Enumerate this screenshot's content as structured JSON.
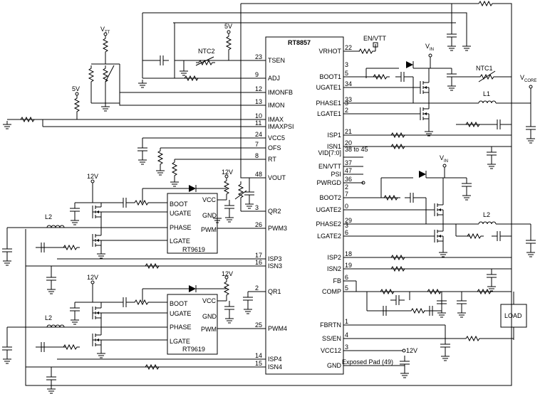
{
  "main_ic": {
    "name": "RT8857",
    "left_pins": [
      {
        "num": "23",
        "name": "TSEN"
      },
      {
        "num": "9",
        "name": "ADJ"
      },
      {
        "num": "12",
        "name": "IMONFB"
      },
      {
        "num": "13",
        "name": "IMON"
      },
      {
        "num": "10",
        "name": "IMAX"
      },
      {
        "num": "11",
        "name": "IMAXPSI"
      },
      {
        "num": "24",
        "name": "VCC5"
      },
      {
        "num": "7",
        "name": "OFS"
      },
      {
        "num": "8",
        "name": "RT"
      },
      {
        "num": "48",
        "name": "VOUT"
      },
      {
        "num": "3",
        "name": "QR2"
      },
      {
        "num": "26",
        "name": "PWM3"
      },
      {
        "num": "17",
        "name": "ISP3"
      },
      {
        "num": "16",
        "name": "ISN3"
      },
      {
        "num": "2",
        "name": "QR1"
      },
      {
        "num": "25",
        "name": "PWM4"
      },
      {
        "num": "14",
        "name": "ISP4"
      },
      {
        "num": "15",
        "name": "ISN4"
      }
    ],
    "right_pins": [
      {
        "num": "22",
        "name": "VRHOT"
      },
      {
        "num": "3",
        "name": ""
      },
      {
        "num": "5",
        "name": "BOOT1"
      },
      {
        "num": "34",
        "name": "UGATE1"
      },
      {
        "num": "33",
        "name": "PHASE1"
      },
      {
        "num": "3",
        "name": ""
      },
      {
        "num": "2",
        "name": "LGATE1"
      },
      {
        "num": "21",
        "name": "ISP1"
      },
      {
        "num": "20",
        "name": "ISN1"
      },
      {
        "num": "38 to 45",
        "name": "VID[7:0]"
      },
      {
        "num": "37",
        "name": "EN/VTT"
      },
      {
        "num": "47",
        "name": "PSI"
      },
      {
        "num": "36",
        "name": "PWRGD"
      },
      {
        "num": "2",
        "name": ""
      },
      {
        "num": "7",
        "name": "BOOT2"
      },
      {
        "num": "0",
        "name": "UGATE2"
      },
      {
        "num": "29",
        "name": "PHASE2"
      },
      {
        "num": "3",
        "name": ""
      },
      {
        "num": "6",
        "name": "LGATE2"
      },
      {
        "num": "18",
        "name": "ISP2"
      },
      {
        "num": "19",
        "name": "ISN2"
      },
      {
        "num": "6",
        "name": "FB"
      },
      {
        "num": "5",
        "name": "COMP"
      },
      {
        "num": "1",
        "name": "FBRTN"
      },
      {
        "num": "4",
        "name": "SS/EN"
      },
      {
        "num": "3",
        "name": "VCC12"
      },
      {
        "num": "",
        "name": "GND"
      }
    ],
    "exposed_pad": "Exposed Pad (49)"
  },
  "driver_ic_top": {
    "name": "RT9619",
    "left_pins": [
      "BOOT",
      "UGATE",
      "PHASE",
      "LGATE"
    ],
    "right_pins": [
      "VCC",
      "GND",
      "PWM"
    ]
  },
  "driver_ic_bottom": {
    "name": "RT9619",
    "left_pins": [
      "BOOT",
      "UGATE",
      "PHASE",
      "LGATE"
    ],
    "right_pins": [
      "VCC",
      "GND",
      "PWM"
    ]
  },
  "labels": {
    "vtt": "V",
    "vtt_sub": "TT",
    "v5_a": "5V",
    "v5_b": "5V",
    "ntc2": "NTC2",
    "ntc1": "NTC1",
    "en_vtt": "EN/VTT",
    "vin1": "V",
    "vin1_sub": "IN",
    "vin2": "V",
    "vin2_sub": "IN",
    "vcore": "V",
    "vcore_sub": "CORE",
    "l1": "L1",
    "l2_main": "L2",
    "l2_top": "L2",
    "l2_bot": "L2",
    "v12_a": "12V",
    "v12_b": "12V",
    "v12_c": "12V",
    "v12_d": "12V",
    "v12_e": "12V",
    "load": "LOAD"
  }
}
